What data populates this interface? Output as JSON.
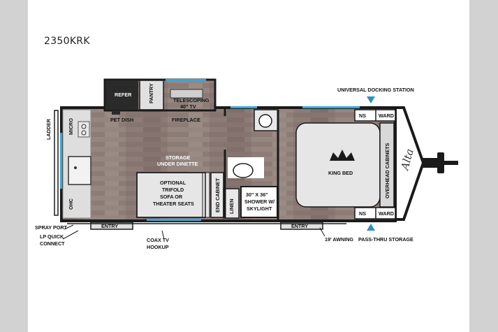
{
  "model": "2350KRK",
  "labels": {
    "universal_docking_station": "UNIVERSAL DOCKING STATION",
    "refer": "REFER",
    "pantry": "PANTRY",
    "telescoping_tv_1": "TELESCOPING",
    "telescoping_tv_2": "40\" TV",
    "fireplace": "FIREPLACE",
    "pet_dish": "PET DISH",
    "ladder": "LADDER",
    "micro": "MICRO",
    "ohc": "OHC",
    "storage_1": "STORAGE",
    "storage_2": "UNDER DINETTE",
    "sofa_1": "OPTIONAL",
    "sofa_2": "TRIFOLD",
    "sofa_3": "SOFA OR",
    "sofa_4": "THEATER SEATS",
    "end_cabinet": "END CABINET",
    "linen": "LINEN",
    "shower_1": "30\" X 36\"",
    "shower_2": "SHOWER W/",
    "shower_3": "SKYLIGHT",
    "king_bed": "KING BED",
    "overhead_cabinets": "OVERHEAD CABINETS",
    "ns_top": "NS",
    "ward_top": "WARD",
    "ns_bottom": "NS",
    "ward_bottom": "WARD",
    "entry_left": "ENTRY",
    "entry_right": "ENTRY",
    "spray_port": "SPRAY PORT",
    "lp_1": "LP QUICK",
    "lp_2": "CONNECT",
    "coax_1": "COAX TV",
    "coax_2": "HOOKUP",
    "awning": "19' AWNING",
    "pass_thru": "PASS-THRU STORAGE",
    "brand": "Alta"
  },
  "colors": {
    "floor": "#8c7a74",
    "wall": "#1a1a1a",
    "window": "#3aa7d8",
    "bed": "#e6e6e6",
    "counter": "#dcdcdc",
    "dark_fixture": "#2c2c2c"
  }
}
